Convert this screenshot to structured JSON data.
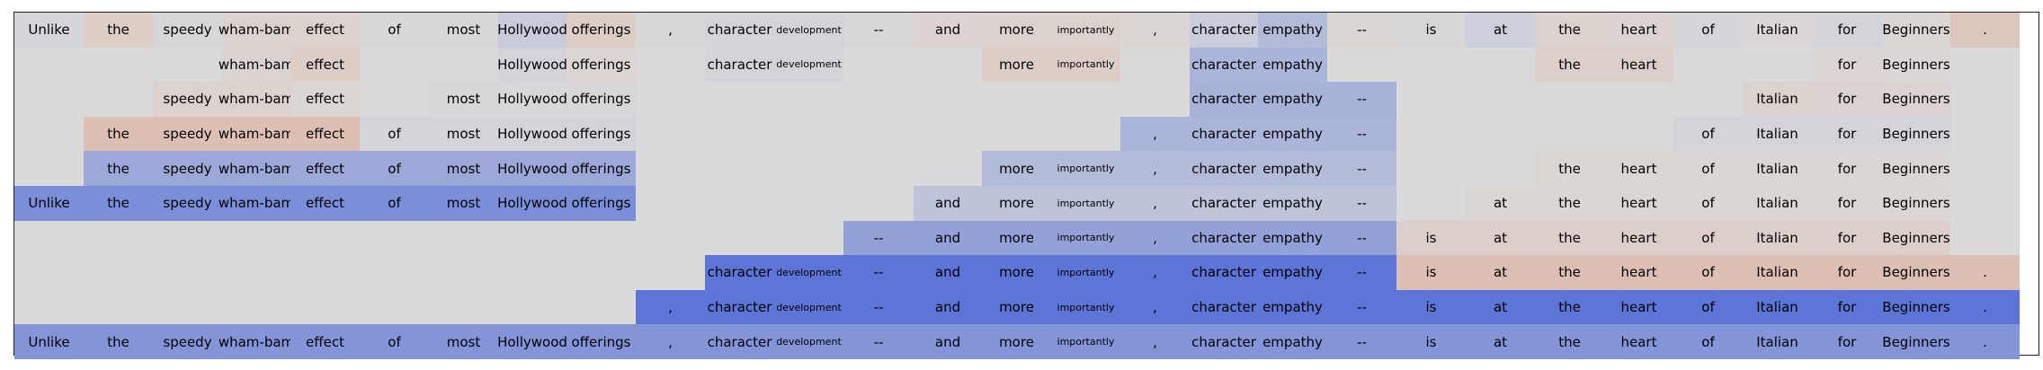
{
  "chart_data": {
    "type": "heatmap",
    "tokens": [
      "Unlike",
      "the",
      "speedy",
      "wham-bam",
      "effect",
      "of",
      "most",
      "Hollywood",
      "offerings",
      ",",
      "character",
      "development",
      "--",
      "and",
      "more",
      "importantly",
      ",",
      "character",
      "empathy",
      "--",
      "is",
      "at",
      "the",
      "heart",
      "of",
      "Italian",
      "for",
      "Beginners",
      "."
    ],
    "rows": [
      {
        "visible": [
          1,
          1,
          1,
          1,
          1,
          1,
          1,
          1,
          1,
          1,
          1,
          1,
          1,
          1,
          1,
          1,
          1,
          1,
          1,
          1,
          1,
          1,
          1,
          1,
          1,
          1,
          1,
          1,
          1
        ],
        "weights": [
          0.03,
          -0.15,
          0.02,
          -0.1,
          -0.1,
          0.02,
          0.02,
          0.12,
          -0.15,
          0.02,
          0.05,
          0.05,
          0.02,
          -0.08,
          -0.1,
          -0.1,
          -0.05,
          0.1,
          0.25,
          -0.05,
          0.02,
          0.08,
          -0.1,
          -0.08,
          0.03,
          -0.03,
          0.05,
          -0.05,
          -0.22
        ]
      },
      {
        "visible": [
          0,
          0,
          0,
          1,
          1,
          0,
          0,
          1,
          1,
          0,
          1,
          1,
          0,
          0,
          1,
          1,
          0,
          1,
          1,
          0,
          0,
          0,
          1,
          1,
          0,
          0,
          1,
          1,
          0
        ],
        "weights": [
          0,
          0,
          0,
          -0.08,
          -0.15,
          0,
          0,
          0.05,
          -0.05,
          0,
          0.05,
          0.05,
          0,
          0,
          -0.15,
          -0.15,
          0,
          0.3,
          0.3,
          0,
          0,
          0,
          -0.12,
          -0.12,
          0,
          0,
          -0.05,
          -0.03,
          0
        ]
      },
      {
        "visible": [
          0,
          0,
          1,
          1,
          1,
          0,
          1,
          1,
          1,
          0,
          0,
          0,
          0,
          0,
          0,
          0,
          0,
          1,
          1,
          1,
          0,
          0,
          0,
          0,
          0,
          1,
          1,
          1,
          0
        ],
        "weights": [
          0,
          0,
          -0.1,
          -0.1,
          -0.05,
          0,
          0.02,
          0.02,
          0.02,
          0,
          0,
          0,
          0,
          0,
          0,
          0,
          0,
          0.32,
          0.32,
          0.32,
          0,
          0,
          0,
          0,
          0,
          -0.1,
          -0.08,
          -0.08,
          0
        ]
      },
      {
        "visible": [
          0,
          1,
          1,
          1,
          1,
          1,
          1,
          1,
          1,
          0,
          0,
          0,
          0,
          0,
          0,
          0,
          1,
          1,
          1,
          1,
          0,
          0,
          0,
          0,
          1,
          1,
          1,
          1,
          0
        ],
        "weights": [
          0,
          -0.3,
          -0.3,
          -0.3,
          -0.3,
          0.05,
          0.05,
          0.05,
          0.05,
          0,
          0,
          0,
          0,
          0,
          0,
          0,
          0.3,
          0.3,
          0.3,
          0.3,
          0,
          0,
          0,
          0,
          0.05,
          0.05,
          0.05,
          0.05,
          0
        ]
      },
      {
        "visible": [
          0,
          1,
          1,
          1,
          1,
          1,
          1,
          1,
          1,
          0,
          0,
          0,
          0,
          0,
          1,
          1,
          1,
          1,
          1,
          1,
          0,
          0,
          1,
          1,
          1,
          1,
          1,
          1,
          0
        ],
        "weights": [
          0,
          0.4,
          0.4,
          0.4,
          0.4,
          0.4,
          0.4,
          0.4,
          0.4,
          0,
          0,
          0,
          0,
          0,
          0.25,
          0.25,
          0.25,
          0.25,
          0.25,
          0.25,
          0,
          0,
          -0.05,
          -0.05,
          -0.05,
          -0.05,
          -0.05,
          -0.05,
          0
        ]
      },
      {
        "visible": [
          1,
          1,
          1,
          1,
          1,
          1,
          1,
          1,
          1,
          0,
          0,
          0,
          0,
          1,
          1,
          1,
          1,
          1,
          1,
          1,
          0,
          1,
          1,
          1,
          1,
          1,
          1,
          1,
          0
        ],
        "weights": [
          0.6,
          0.6,
          0.6,
          0.6,
          0.6,
          0.6,
          0.6,
          0.6,
          0.6,
          0,
          0,
          0,
          0,
          0.18,
          0.18,
          0.18,
          0.18,
          0.18,
          0.18,
          0.18,
          0,
          -0.05,
          -0.05,
          -0.05,
          -0.05,
          -0.05,
          -0.05,
          -0.05,
          0
        ]
      },
      {
        "visible": [
          0,
          0,
          0,
          0,
          0,
          0,
          0,
          0,
          0,
          0,
          0,
          0,
          1,
          1,
          1,
          1,
          1,
          1,
          1,
          1,
          1,
          1,
          1,
          1,
          1,
          1,
          1,
          1,
          0
        ],
        "weights": [
          0,
          0,
          0,
          0,
          0,
          0,
          0,
          0,
          0,
          0,
          0,
          0,
          0.45,
          0.45,
          0.45,
          0.45,
          0.45,
          0.45,
          0.45,
          0.45,
          -0.12,
          -0.12,
          -0.12,
          -0.12,
          -0.12,
          -0.12,
          -0.12,
          -0.12,
          0
        ]
      },
      {
        "visible": [
          0,
          0,
          0,
          0,
          0,
          0,
          0,
          0,
          0,
          0,
          1,
          1,
          1,
          1,
          1,
          1,
          1,
          1,
          1,
          1,
          1,
          1,
          1,
          1,
          1,
          1,
          1,
          1,
          1
        ],
        "weights": [
          0,
          0,
          0,
          0,
          0,
          0,
          0,
          0,
          0,
          0,
          0.8,
          0.8,
          0.8,
          0.8,
          0.8,
          0.8,
          0.8,
          0.8,
          0.8,
          0.8,
          -0.3,
          -0.3,
          -0.3,
          -0.3,
          -0.3,
          -0.3,
          -0.3,
          -0.3,
          -0.3
        ]
      },
      {
        "visible": [
          0,
          0,
          0,
          0,
          0,
          0,
          0,
          0,
          0,
          1,
          1,
          1,
          1,
          1,
          1,
          1,
          1,
          1,
          1,
          1,
          1,
          1,
          1,
          1,
          1,
          1,
          1,
          1,
          1
        ],
        "weights": [
          0,
          0,
          0,
          0,
          0,
          0,
          0,
          0,
          0,
          0.8,
          0.8,
          0.8,
          0.8,
          0.8,
          0.8,
          0.8,
          0.8,
          0.8,
          0.8,
          0.8,
          0.8,
          0.8,
          0.8,
          0.8,
          0.8,
          0.8,
          0.8,
          0.8,
          0.8
        ]
      },
      {
        "visible": [
          1,
          1,
          1,
          1,
          1,
          1,
          1,
          1,
          1,
          1,
          1,
          1,
          1,
          1,
          1,
          1,
          1,
          1,
          1,
          1,
          1,
          1,
          1,
          1,
          1,
          1,
          1,
          1,
          1
        ],
        "weights": [
          0.55,
          0.55,
          0.55,
          0.55,
          0.55,
          0.55,
          0.55,
          0.55,
          0.55,
          0.55,
          0.55,
          0.55,
          0.55,
          0.55,
          0.55,
          0.55,
          0.55,
          0.55,
          0.55,
          0.55,
          0.55,
          0.55,
          0.55,
          0.55,
          0.55,
          0.55,
          0.55,
          0.55,
          0.55
        ]
      }
    ],
    "colormap": {
      "negative": "#e8805a",
      "neutral": "#dadada",
      "positive": "#3c5cd6"
    },
    "weight_range": [
      -1,
      1
    ]
  }
}
